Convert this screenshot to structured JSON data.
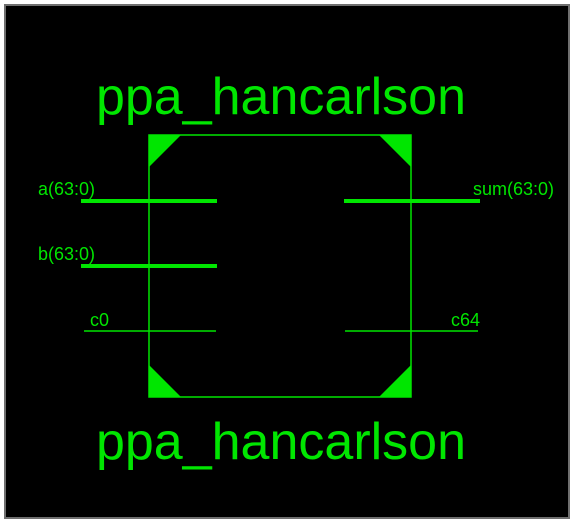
{
  "colors": {
    "background": "#000000",
    "frame": "#ffffff",
    "border": "#6f6f6f",
    "symbol": "#00e600"
  },
  "symbol": {
    "top_name": "ppa_hancarlson",
    "bottom_name": "ppa_hancarlson"
  },
  "pins": {
    "inputs": [
      {
        "name": "a(63:0)",
        "bus": true
      },
      {
        "name": "b(63:0)",
        "bus": true
      },
      {
        "name": "c0",
        "bus": false
      }
    ],
    "outputs": [
      {
        "name": "sum(63:0)",
        "bus": true
      },
      {
        "name": "c64",
        "bus": false
      }
    ]
  }
}
